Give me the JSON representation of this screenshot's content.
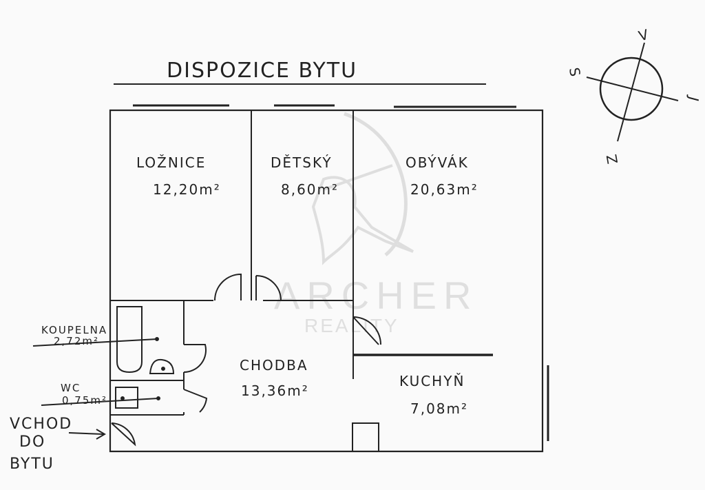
{
  "title": "DISPOZICE BYTU",
  "compass": {
    "n": "S",
    "e": "V",
    "s": "J",
    "w": "Z"
  },
  "rooms": {
    "loznice": {
      "name": "LOŽNICE",
      "area": "12,20m²"
    },
    "detsky": {
      "name": "DĚTSKÝ",
      "area": "8,60m²"
    },
    "obyvak": {
      "name": "OBÝVÁK",
      "area": "20,63m²"
    },
    "koupelna": {
      "name": "KOUPELNA",
      "area": "2,72m²"
    },
    "wc": {
      "name": "WC",
      "area": "0,75m²"
    },
    "chodba": {
      "name": "CHODBA",
      "area": "13,36m²"
    },
    "kuchyn": {
      "name": "KUCHYŇ",
      "area": "7,08m²"
    }
  },
  "entrance": {
    "line1": "VCHOD",
    "line2": "DO",
    "line3": "BYTU"
  },
  "watermark": {
    "brand": "ARCHER",
    "sub": "REALITY"
  }
}
